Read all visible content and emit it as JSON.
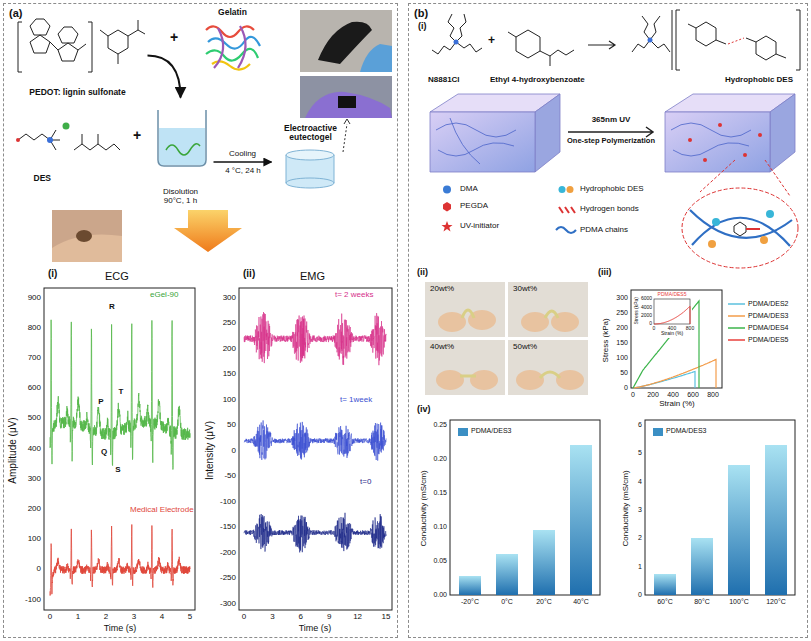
{
  "diagram": {
    "nodes": [
      {
        "text": [
          "(a)"
        ]
      },
      {
        "text": [
          "PEDOT: lignin sulfonate"
        ],
        "in": 0
      },
      {
        "text": [
          "Gelatin"
        ],
        "in": 0
      },
      {
        "text": [
          "DES"
        ],
        "in": 0
      },
      {
        "text": [
          "Disolution 90°C, 1 h"
        ],
        "in": 0
      },
      {
        "text": [
          "Electroactive eutectogel"
        ],
        "in": 0
      },
      {
        "text": [
          "(b)"
        ]
      }
    ],
    "edges": [
      {
        "from": 1,
        "to": 4,
        "arrow": "to"
      },
      {
        "from": 4,
        "to": 5,
        "label": "Cooling",
        "arrow": "to"
      }
    ],
    "labels": [
      "+",
      "+",
      "(i)",
      "ECG",
      "(ii)",
      "EMG",
      "Amplitude (μV)",
      "900",
      "800",
      "700",
      "600",
      "500",
      "400",
      "300",
      "200",
      "100",
      "0",
      "-100",
      "0",
      "1",
      "2",
      "3",
      "4",
      "5",
      "Time (s)",
      "R",
      "T",
      "P",
      "Q",
      "S",
      "eGel-90",
      "Medical Electrode",
      "Intensity (μV)",
      "300",
      "250",
      "200",
      "150",
      "100",
      "50",
      "0",
      "-50",
      "-100",
      "-150",
      "-200",
      "-250",
      "-300",
      "0",
      "3",
      "6",
      "9",
      "12",
      "15",
      "Time (s)",
      "t= 2 weeks",
      "t= 1week",
      "t=0",
      "(i)",
      "N8881Cl",
      "+",
      "Ethyl 4-hydroxybenzoate",
      "Hydrophobic DES",
      "365nm UV",
      "One-step Polymerization",
      "(ii)",
      "20wt%",
      "30wt%",
      "40wt%",
      "50wt%",
      "(iii)",
      "Stress (kPa)",
      "300",
      "250",
      "200",
      "150",
      "100",
      "50",
      "0",
      "0",
      "200",
      "400",
      "600",
      "800",
      "Strain (%)",
      "PDMA/DES5",
      "Stress (kPa)",
      "6000",
      "4000",
      "2000",
      "0",
      "0",
      "400",
      "800",
      "Strain (%)",
      "(iv)",
      "Conductivity (mS/cm)",
      "0.25",
      "0.20",
      "0.15",
      "0.10",
      "0.05",
      "0.00",
      "-20°C",
      "0°C",
      "20°C",
      "40°C",
      "Conductivity (mS/cm)",
      "6",
      "5",
      "4",
      "3",
      "2",
      "1",
      "0",
      "60°C",
      "80°C",
      "100°C",
      "120°C",
      "4 °C, 24 h"
    ],
    "legend": [
      {
        "text": "DMA"
      },
      {
        "text": "PEGDA"
      },
      {
        "text": "UV-initiator"
      },
      {
        "text": "Hydrophobic DES"
      },
      {
        "text": "Hydrogen bonds"
      },
      {
        "text": "PDMA chains"
      },
      {
        "text": "PDMA/DES2"
      },
      {
        "text": "PDMA/DES3"
      },
      {
        "text": "PDMA/DES4"
      },
      {
        "text": "PDMA/DES5"
      },
      {
        "text": "PDMA/DES3",
        "color": "#3b8fc4"
      },
      {
        "text": "PDMA/DES3",
        "color": "#3b8fc4"
      }
    ]
  }
}
